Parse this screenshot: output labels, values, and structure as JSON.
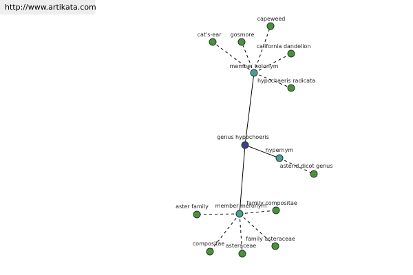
{
  "header": {
    "url": "http://www.artikata.com"
  },
  "colors": {
    "center_node": "#3f3f8f",
    "relation_node": "#4f9a9a",
    "leaf_node": "#4e8f3f",
    "node_stroke": "#1f3f1f",
    "edge": "#000000"
  },
  "graph": {
    "center": "genus hypochoeris",
    "relations": [
      {
        "label": "member holonym",
        "terms": [
          "cat's-ear",
          "gosmore",
          "capeweed",
          "california dandelion",
          "hypochaeris radicata"
        ]
      },
      {
        "label": "hypernym",
        "terms": [
          "asterid dicot genus"
        ]
      },
      {
        "label": "member meronym",
        "terms": [
          "aster family",
          "family compositae",
          "compositae",
          "asteraceae",
          "family asteraceae"
        ]
      }
    ]
  }
}
